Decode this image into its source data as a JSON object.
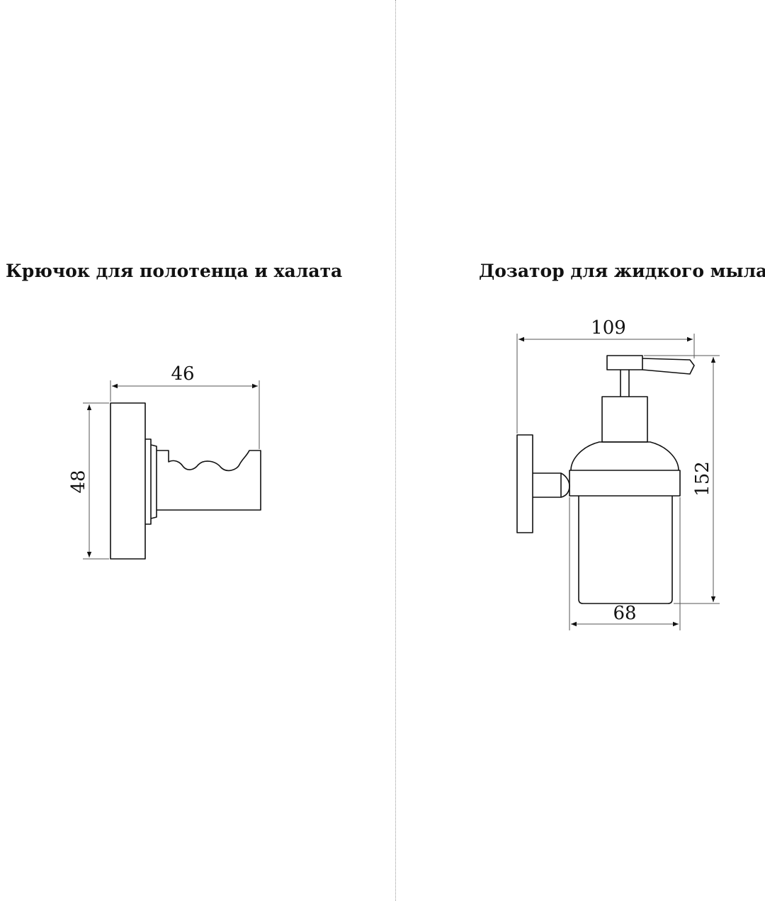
{
  "colors": {
    "line": "#111111",
    "dimension_line": "#555555",
    "divider": "#9a9a9a",
    "background": "#ffffff"
  },
  "panels": [
    {
      "title": "Крючок для полотенца и халата",
      "dimensions": {
        "width": "46",
        "height": "48"
      }
    },
    {
      "title": "Дозатор для жидкого мыла",
      "dimensions": {
        "width": "109",
        "height": "152",
        "base_width": "68"
      }
    }
  ]
}
